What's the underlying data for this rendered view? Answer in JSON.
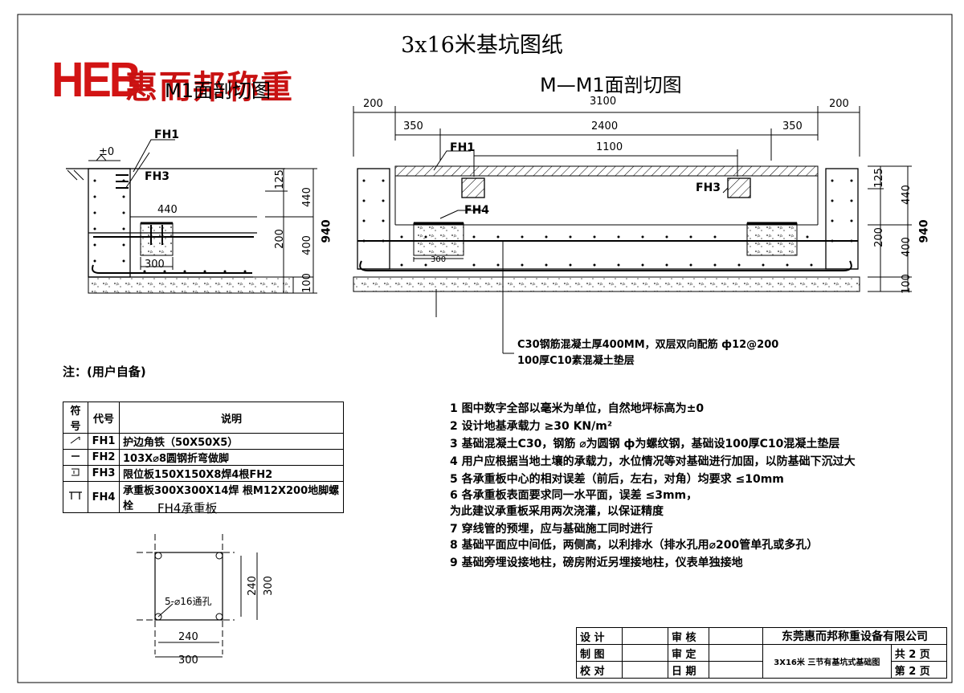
{
  "title": "3x16米基坑图纸",
  "logo": {
    "heb": "HEB",
    "cn": "惠而邦称重"
  },
  "left_section": {
    "title": "M1面剖切图",
    "labels": {
      "fh1": "FH1",
      "fh3": "FH3",
      "zero": "±0",
      "plate": "440"
    },
    "dims": {
      "d125": "125",
      "d440": "440",
      "d940": "940",
      "d200": "200",
      "d400": "400",
      "d100": "100",
      "d300": "300"
    }
  },
  "right_section": {
    "title": "M—M1面剖切图",
    "labels": {
      "fh1": "FH1",
      "fh3": "FH3",
      "fh4": "FH4"
    },
    "dims": {
      "d200a": "200",
      "d3100": "3100",
      "d200b": "200",
      "d350a": "350",
      "d2400": "2400",
      "d350b": "350",
      "d1100": "1100",
      "d125": "125",
      "d440": "440",
      "d940": "940",
      "d200": "200",
      "d400": "400",
      "d100": "100",
      "d300": "300"
    },
    "callouts": [
      "C30钢筋混凝土厚400MM，双层双向配筋 ф12@200",
      "100厚C10素混凝土垫层"
    ]
  },
  "note_title": "注：(用户自备)",
  "legend": {
    "headers": [
      "符号",
      "代号",
      "说明"
    ],
    "rows": [
      {
        "code": "FH1",
        "desc": "护边角铁（50X50X5）",
        "icon": "angle-iron-icon"
      },
      {
        "code": "FH2",
        "desc": "103X⌀8圆钢折弯做脚",
        "icon": "bent-bar-icon"
      },
      {
        "code": "FH3",
        "desc": "限位板150X150X8焊4根FH2",
        "icon": "limit-plate-icon"
      },
      {
        "code": "FH4",
        "desc": "承重板300X300X14焊 根M12X200地脚螺栓",
        "icon": "bearing-plate-icon"
      }
    ]
  },
  "plate_detail": {
    "title": "FH4承重板",
    "hole_label": "5-⌀16通孔",
    "dims": {
      "d240h": "240",
      "d300h": "300",
      "d240v": "240",
      "d300v": "300"
    }
  },
  "notes": [
    "1  图中数字全部以毫米为单位，自然地坪标高为±0",
    "2  设计地基承载力 ≥30 KN/m²",
    "3  基础混凝土C30，钢筋 ⌀为圆钢 ф为螺纹钢，基础设100厚C10混凝土垫层",
    "4  用户应根据当地土壤的承载力，水位情况等对基础进行加固，以防基础下沉过大",
    "5  各承重板中心的相对误差（前后，左右，对角）均要求 ≤10mm",
    "6  各承重板表面要求同一水平面，误差  ≤3mm，",
    "    为此建议承重板采用两次浇灌，以保证精度",
    "7  穿线管的预埋，应与基础施工同时进行",
    "8  基础平面应中间低，两侧高，以利排水（排水孔用⌀200管单孔或多孔）",
    "9  基础旁埋设接地柱，磅房附近另埋接地柱，仪表单独接地"
  ],
  "title_block": {
    "design": "设  计",
    "draw": "制  图",
    "check": "校  对",
    "review": "审  核",
    "approve": "审  定",
    "date": "日  期",
    "company": "东莞惠而邦称重设备有限公司",
    "drawing_name": "3X16米 三节有基坑式基础图",
    "total_pages": "共  2  页",
    "page_no": "第  2  页"
  },
  "colors": {
    "logo": "#d21414",
    "line": "#000000"
  }
}
